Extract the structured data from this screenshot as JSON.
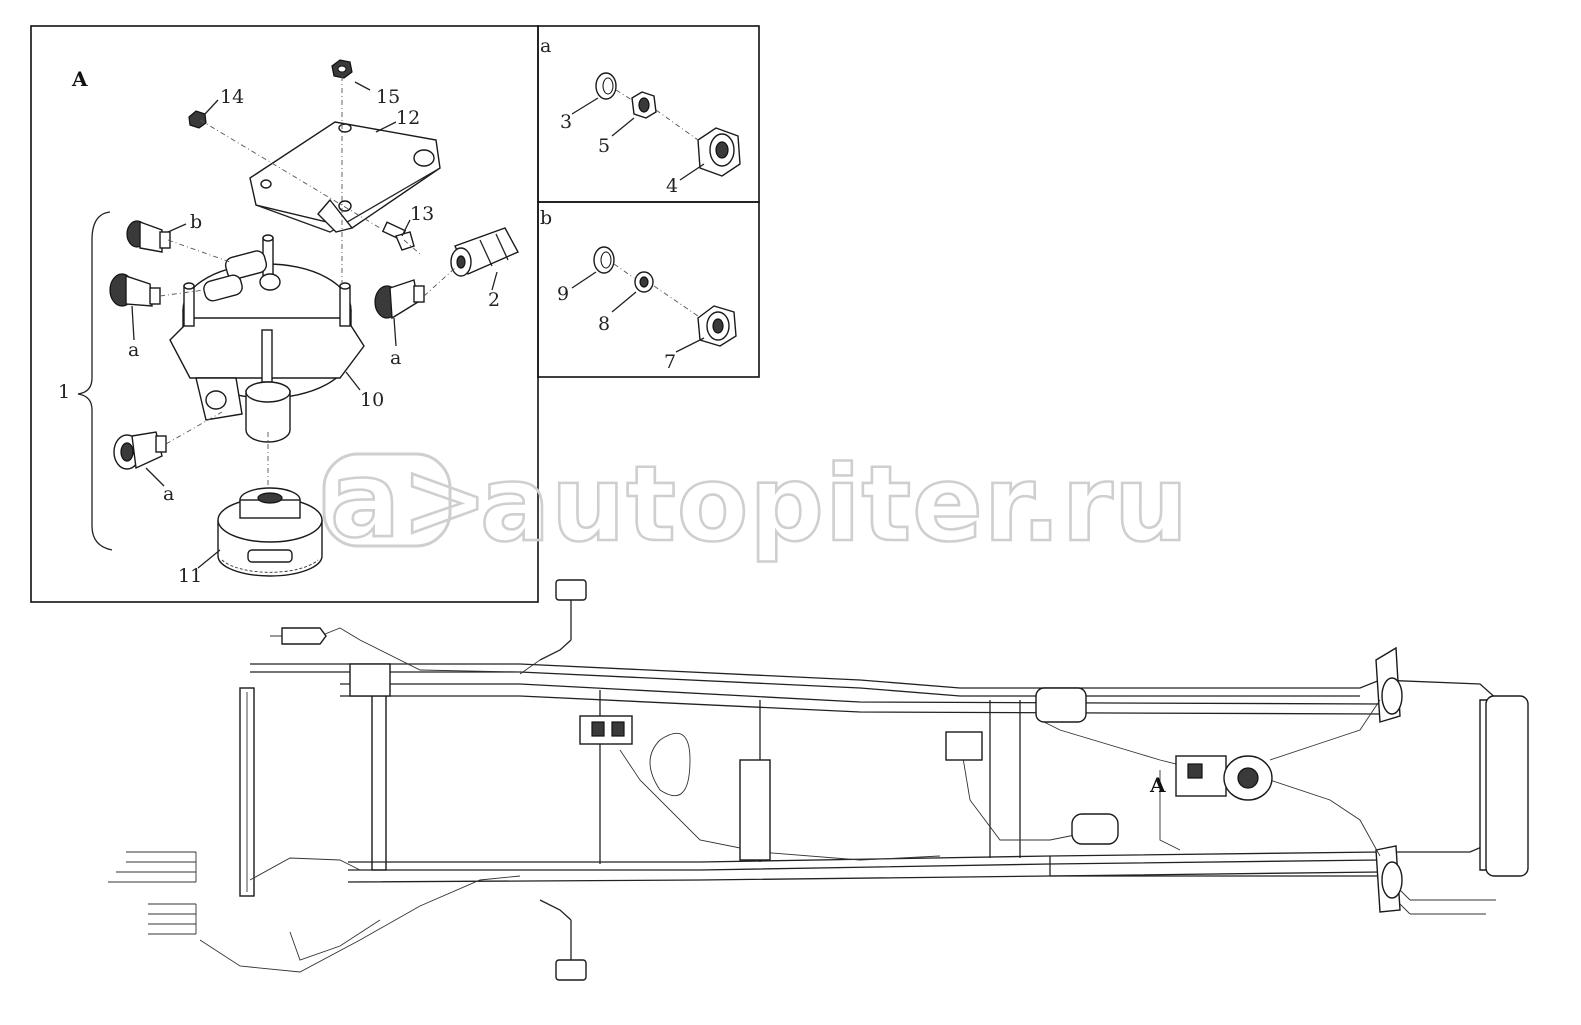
{
  "watermark": {
    "text": "autopiter.ru",
    "logo_text": "a>"
  },
  "panels": {
    "A": {
      "title": "A",
      "labels": {
        "l1": "1",
        "l2": "2",
        "l10": "10",
        "l11": "11",
        "l12": "12",
        "l13": "13",
        "l14": "14",
        "l15": "15",
        "a1": "a",
        "a2": "a",
        "a3": "a",
        "b1": "b"
      }
    },
    "a": {
      "title": "a",
      "labels": {
        "l3": "3",
        "l4": "4",
        "l5": "5"
      }
    },
    "b": {
      "title": "b",
      "labels": {
        "l7": "7",
        "l8": "8",
        "l9": "9"
      }
    }
  },
  "chassis": {
    "callout_label": "A"
  },
  "colors": {
    "line": "#222222",
    "watermark": "#cfcfcf",
    "background": "#ffffff"
  }
}
